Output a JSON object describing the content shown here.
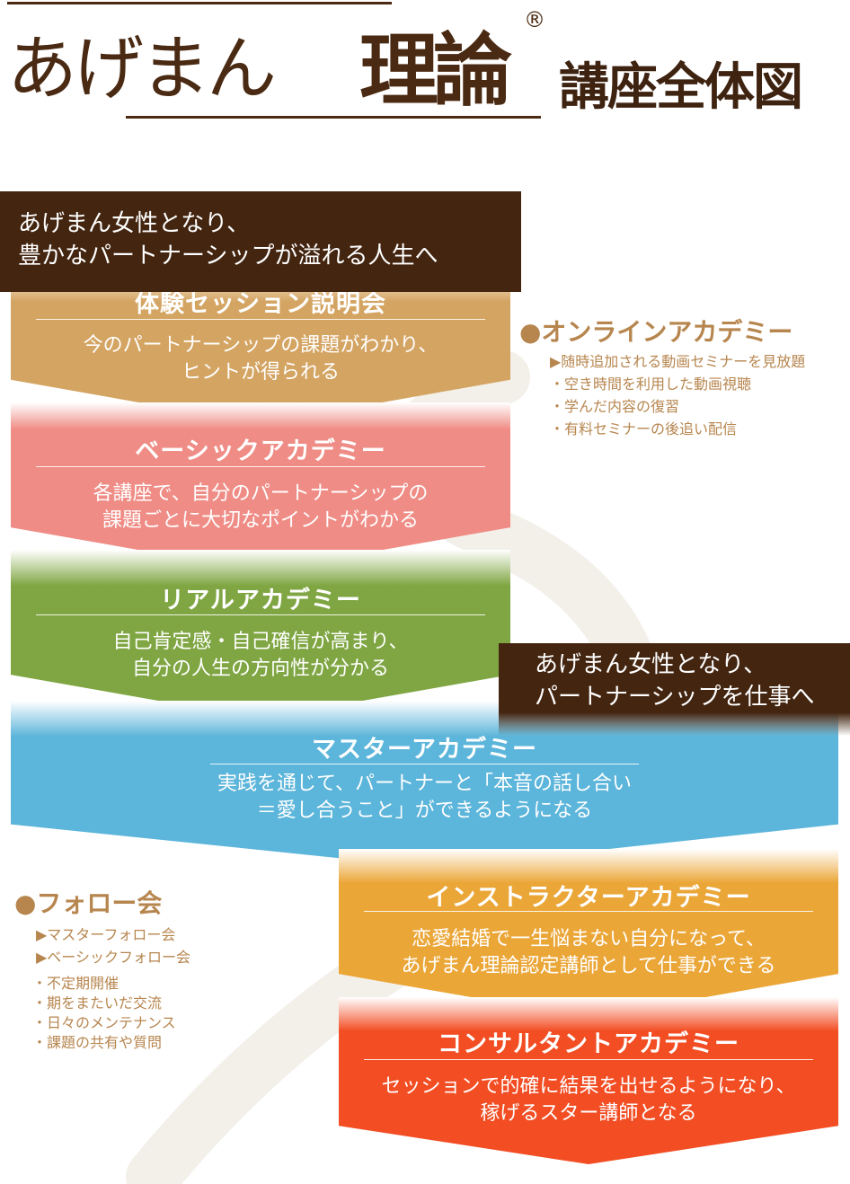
{
  "title": {
    "logo_kana": "あげまん",
    "logo_kanji": "理論",
    "registered": "®",
    "subtitle": "講座全体図"
  },
  "banners": [
    {
      "line1": "あげまん女性となり、",
      "line2": "豊かなパートナーシップが溢れる人生へ"
    },
    {
      "line1": "あげまん女性となり、",
      "line2": "パートナーシップを仕事へ"
    }
  ],
  "blocks": [
    {
      "title": "体験セッション説明会",
      "line1": "今のパートナーシップの課題がわかり、",
      "line2": "ヒントが得られる",
      "color": "#d4a462"
    },
    {
      "title": "ベーシックアカデミー",
      "line1": "各講座で、自分のパートナーシップの",
      "line2": "課題ごとに大切なポイントがわかる",
      "color": "#ef8c85"
    },
    {
      "title": "リアルアカデミー",
      "line1": "自己肯定感・自己確信が高まり、",
      "line2": "自分の人生の方向性が分かる",
      "color": "#7fa643"
    },
    {
      "title": "マスターアカデミー",
      "line1": "実践を通じて、パートナーと「本音の話し合い",
      "line2": "＝愛し合うこと」ができるようになる",
      "color": "#5cb5da"
    },
    {
      "title": "インストラクターアカデミー",
      "line1": "恋愛結婚で一生悩まない自分になって、",
      "line2": "あげまん理論認定講師として仕事ができる",
      "color": "#eba638"
    },
    {
      "title": "コンサルタントアカデミー",
      "line1": "セッションで的確に結果を出せるようになり、",
      "line2": "稼げるスター講師となる",
      "color": "#f24d23"
    }
  ],
  "online": {
    "heading": "●オンラインアカデミー",
    "feature": "▶随時追加される動画セミナーを見放題",
    "items": [
      "・空き時間を利用した動画視聴",
      "・学んだ内容の復習",
      "・有料セミナーの後追い配信"
    ]
  },
  "follow": {
    "heading": "●フォロー会",
    "features": [
      "▶マスターフォロー会",
      "▶ベーシックフォロー会"
    ],
    "items": [
      "・不定期開催",
      "・期をまたいだ交流",
      "・日々のメンテナンス",
      "・課題の共有や質問"
    ]
  }
}
